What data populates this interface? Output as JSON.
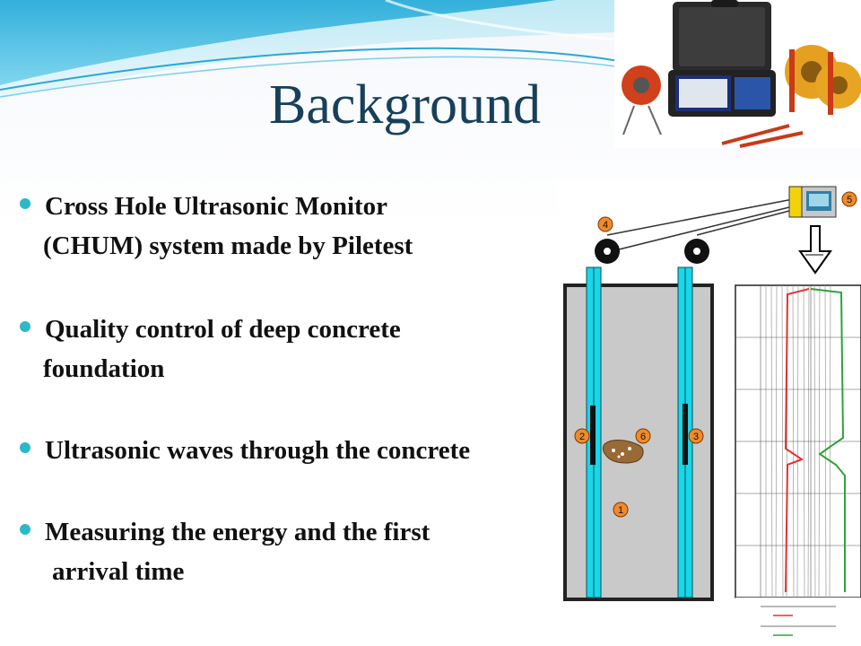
{
  "slide": {
    "title": "Background",
    "bullets": [
      {
        "line1": "Cross Hole Ultrasonic Monitor",
        "line2": "(CHUM) system made by Piletest"
      },
      {
        "line1": "Quality control of deep concrete",
        "line2": "foundation"
      },
      {
        "line1": "Ultrasonic waves through the concrete",
        "line2": ""
      },
      {
        "line1": "Measuring the energy and the first",
        "line2": "arrival time"
      }
    ]
  },
  "diagram": {
    "markers": [
      "1",
      "2",
      "3",
      "4",
      "5",
      "6"
    ]
  },
  "colors": {
    "title": "#17405a",
    "bullet": "#2bb9c7",
    "tube": "#19d6e8",
    "red_trace": "#e53030",
    "green_trace": "#2fa33a",
    "marker": "#f08a2a"
  }
}
